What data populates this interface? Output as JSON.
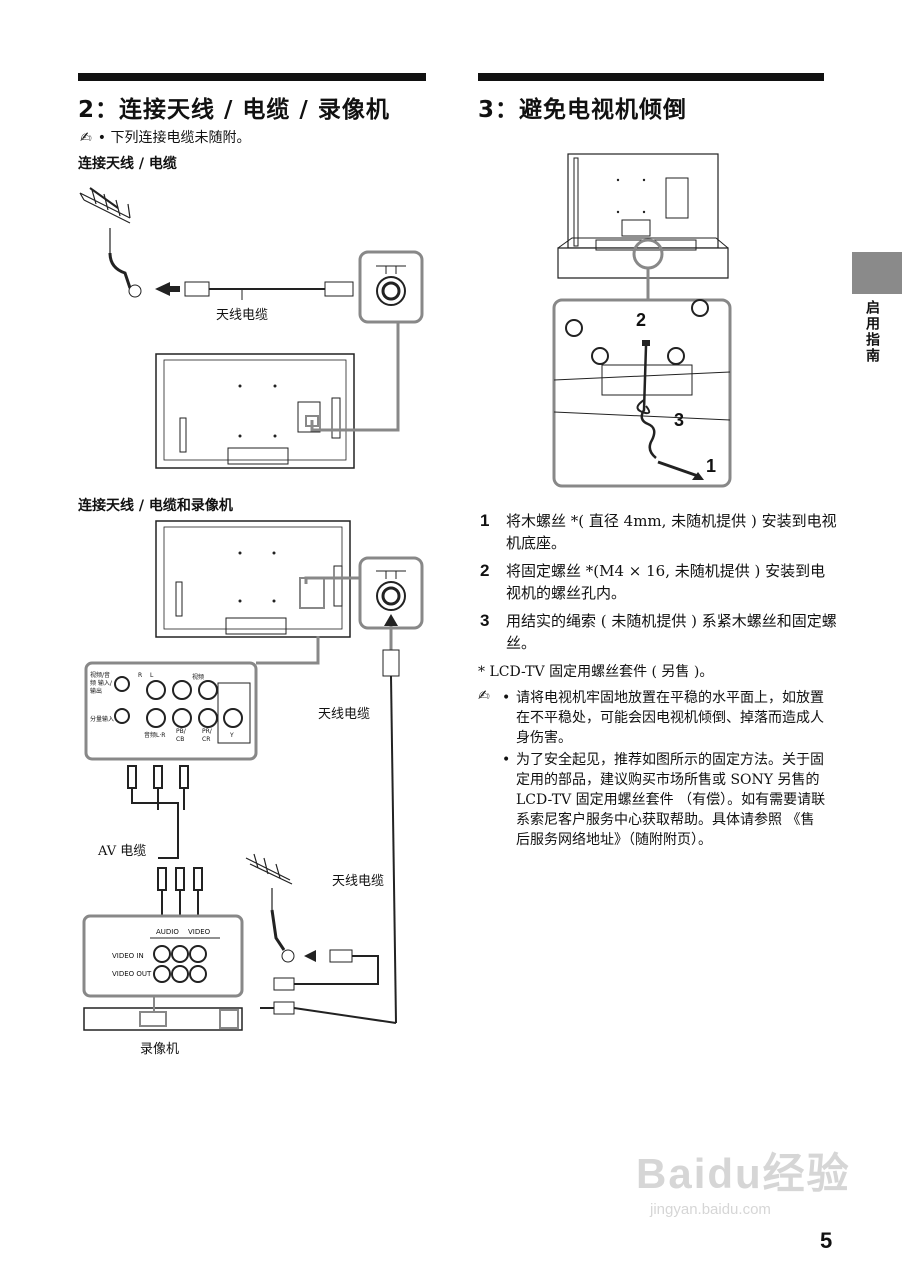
{
  "left_section": {
    "title": "2：连接天线 / 电缆 / 录像机",
    "note_icon": "pencil-note-icon",
    "note": "•  下列连接电缆未随附。",
    "sub1": "连接天线 / 电缆",
    "sub2": "连接天线 / 电缆和录像机",
    "diagram1": {
      "cable_label": "天线电缆"
    },
    "diagram2": {
      "antenna_cable_label_1": "天线电缆",
      "av_cable_label": "AV 电缆",
      "antenna_cable_label_2": "天线电缆",
      "vcr_label": "录像机",
      "video_in": "VIDEO IN",
      "video_out": "VIDEO OUT",
      "audio": "AUDIO",
      "video": "VIDEO",
      "panel_labels": {
        "av_in_out": "视频/音频 输入/输出",
        "video": "视频",
        "component_in": "分量输入",
        "audio_lr": "音频L·R",
        "pb_cb": "PB/ CB",
        "pr_cr": "PR/ CR",
        "y": "Y",
        "r": "R",
        "l": "L"
      }
    }
  },
  "right_section": {
    "title": "3：避免电视机倾倒",
    "diagram": {
      "callout_1": "1",
      "callout_2": "2",
      "callout_3": "3"
    },
    "steps": [
      {
        "num": "1",
        "text": "将木螺丝 *( 直径 4mm, 未随机提供 ) 安装到电视机底座。"
      },
      {
        "num": "2",
        "text": "将固定螺丝 *(M4 × 16, 未随机提供 ) 安装到电视机的螺丝孔内。"
      },
      {
        "num": "3",
        "text": "用结实的绳索 ( 未随机提供 ) 系紧木螺丝和固定螺丝。"
      }
    ],
    "footnote": "* LCD-TV 固定用螺丝套件 ( 另售 )。",
    "notes": [
      "请将电视机牢固地放置在平稳的水平面上，如放置在不平稳处，可能会因电视机倾倒、掉落而造成人身伤害。",
      "为了安全起见，推荐如图所示的固定方法。关于固定用的部品，建议购买市场所售或 SONY 另售的 LCD-TV 固定用螺丝套件 （有偿）。如有需要请联系索尼客户服务中心获取帮助。具体请参照 《售后服务网络地址》（随附附页）。"
    ]
  },
  "side_tab": {
    "label": "启用指南"
  },
  "page_number": "5",
  "watermark": {
    "brand": "Baidu经验",
    "url": "jingyan.baidu.com"
  }
}
